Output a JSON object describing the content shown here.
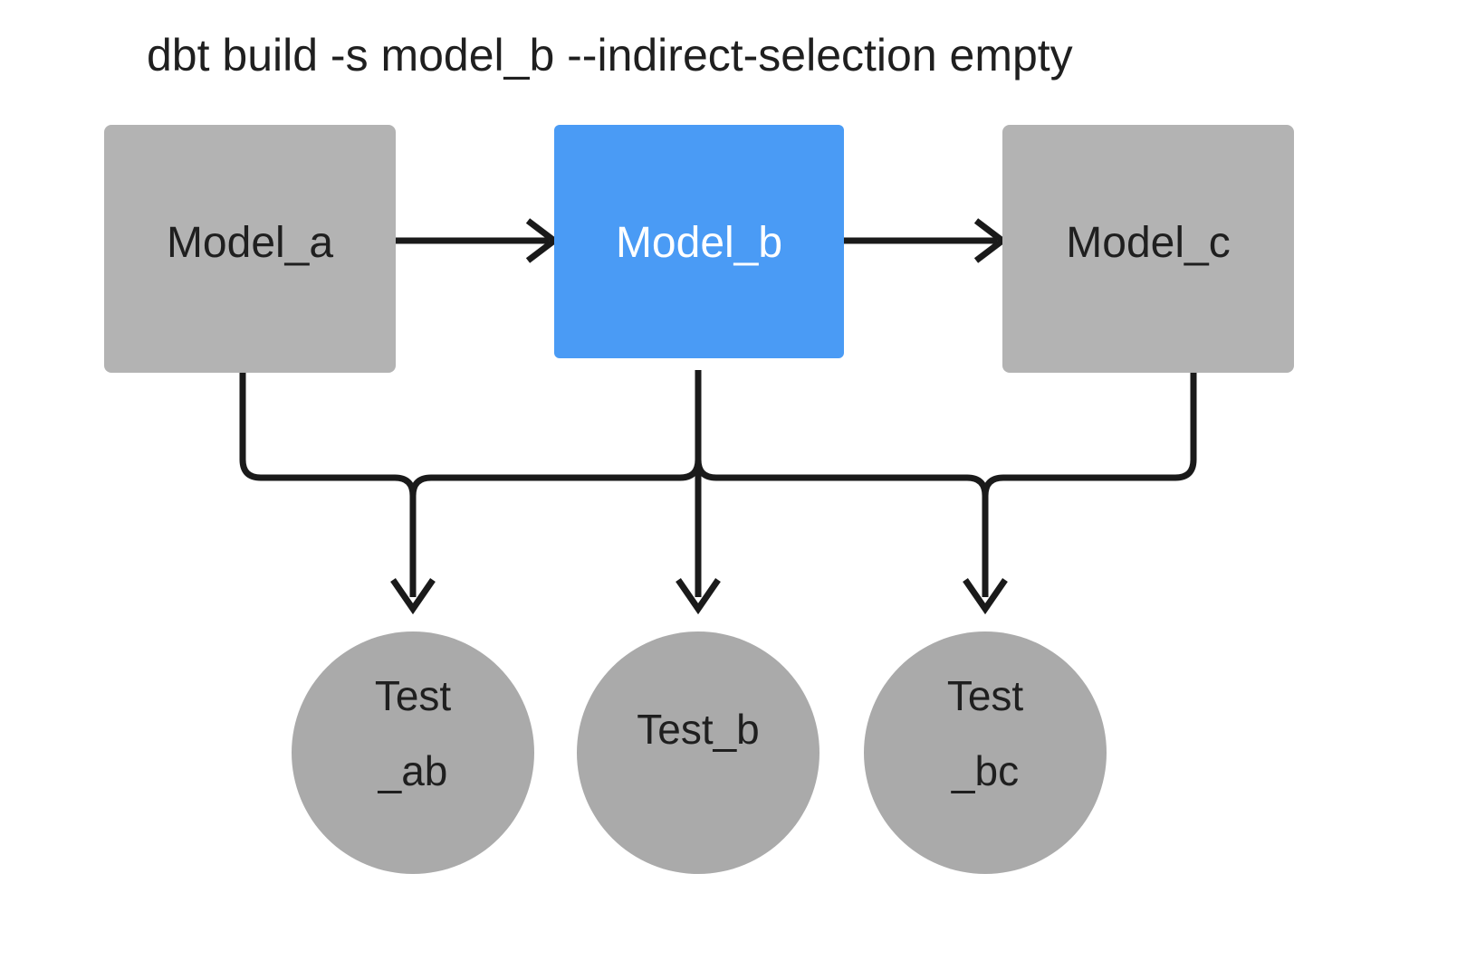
{
  "title": "dbt build -s model_b --indirect-selection empty",
  "colors": {
    "background": "#ffffff",
    "node_gray": "#b3b3b3",
    "node_blue": "#4a9bf5",
    "circle_gray": "#aaaaaa",
    "edge": "#1a1a1a",
    "text_dark": "#1f1f1f",
    "text_light": "#ffffff"
  },
  "models": [
    {
      "id": "model_a",
      "label": "Model_a",
      "selected": false
    },
    {
      "id": "model_b",
      "label": "Model_b",
      "selected": true
    },
    {
      "id": "model_c",
      "label": "Model_c",
      "selected": false
    }
  ],
  "tests": [
    {
      "id": "test_ab",
      "line1": "Test",
      "line2": "_ab",
      "single": ""
    },
    {
      "id": "test_b",
      "line1": "",
      "line2": "",
      "single": "Test_b"
    },
    {
      "id": "test_bc",
      "line1": "Test",
      "line2": "_bc",
      "single": ""
    }
  ],
  "edges": [
    {
      "from": "model_a",
      "to": "model_b",
      "kind": "straight-right"
    },
    {
      "from": "model_b",
      "to": "model_c",
      "kind": "straight-right"
    },
    {
      "from": "model_a",
      "to": "test_ab",
      "kind": "elbow-down"
    },
    {
      "from": "model_b",
      "to": "test_ab",
      "kind": "elbow-down"
    },
    {
      "from": "model_b",
      "to": "test_b",
      "kind": "straight-down"
    },
    {
      "from": "model_b",
      "to": "test_bc",
      "kind": "elbow-down"
    },
    {
      "from": "model_c",
      "to": "test_bc",
      "kind": "elbow-down"
    }
  ]
}
